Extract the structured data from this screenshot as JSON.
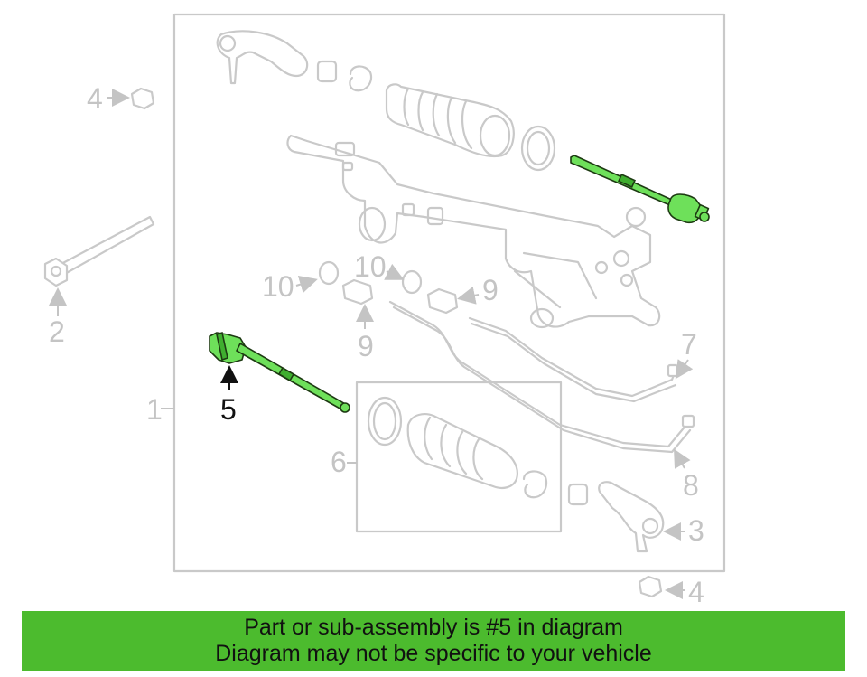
{
  "diagram": {
    "callouts": {
      "c1": "1",
      "c2": "2",
      "c3": "3",
      "c4_top": "4",
      "c4_bottom": "4",
      "c5": "5",
      "c6": "6",
      "c7": "7",
      "c8": "8",
      "c9_left": "9",
      "c9_right": "9",
      "c10_left": "10",
      "c10_right": "10"
    },
    "highlighted_part": "5",
    "colors": {
      "highlight": "#6ee05a",
      "ghost_line": "#c9c9c9",
      "banner": "#4cbb2e"
    }
  },
  "banner": {
    "line1": "Part or sub-assembly is #5 in diagram",
    "line2": "Diagram may not be specific to your vehicle"
  }
}
